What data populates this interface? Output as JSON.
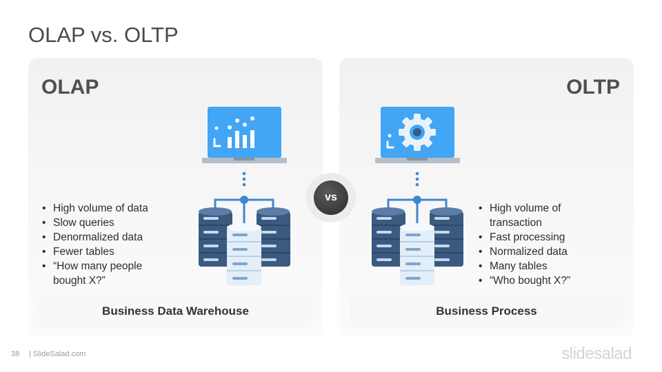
{
  "slide": {
    "title": "OLAP vs. OLTP"
  },
  "left_panel": {
    "heading": "OLAP",
    "bullets": [
      "High volume of data",
      "Slow queries",
      "Denormalized data",
      "Fewer tables",
      "“How many people bought X?”"
    ],
    "footer": "Business Data Warehouse",
    "icon": "chart-laptop-icon"
  },
  "right_panel": {
    "heading": "OLTP",
    "bullets": [
      "High volume of transaction",
      "Fast processing",
      "Normalized data",
      "Many tables",
      "“Who bought X?”"
    ],
    "footer": "Business Process",
    "icon": "gear-laptop-icon"
  },
  "vs_badge": {
    "label": "vs"
  },
  "footer": {
    "page_number": "38",
    "site": "| SlideSalad.com",
    "brand": "slidesalad"
  },
  "colors": {
    "screen": "#42a5f5",
    "db_dark": "#3a5a80",
    "db_light": "#e3eef8",
    "connector": "#3f87cf"
  }
}
